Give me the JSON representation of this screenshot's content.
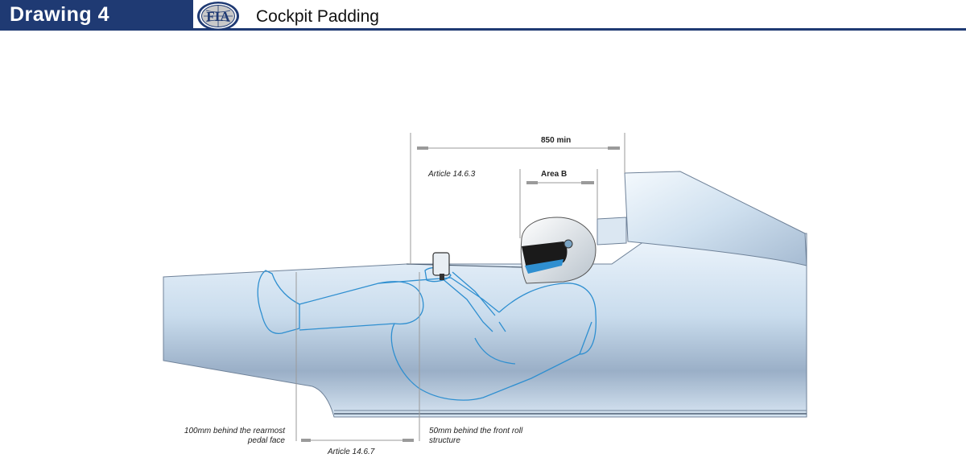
{
  "header": {
    "drawing_label": "Drawing 4",
    "title": "Cockpit Padding",
    "logo_text": "FIA"
  },
  "annotations": {
    "dim_850": "850 min",
    "area_b": "Area B",
    "article_1463": "Article 14.6.3",
    "article_1467": "Article 14.6.7",
    "rear_pedal_line1": "100mm behind the rearmost",
    "rear_pedal_line2": "pedal face",
    "front_roll_line1": "50mm behind the front roll",
    "front_roll_line2": "structure"
  },
  "colors": {
    "brand_blue": "#1f3a73",
    "chassis_light": "#e8f2fb",
    "chassis_mid": "#c2d8ec",
    "chassis_dark": "#8ea3bd",
    "driver_outline": "#2f8fd0",
    "dimension_gray": "#9a9a9a"
  }
}
